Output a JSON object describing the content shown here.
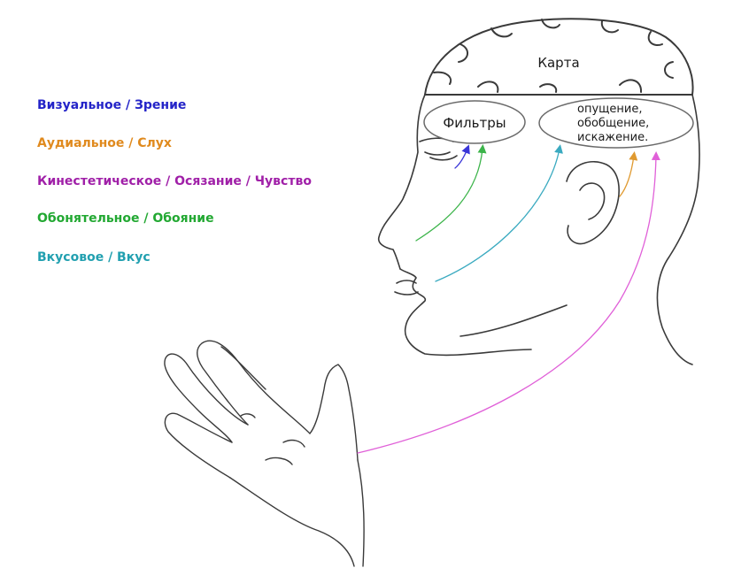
{
  "legend": [
    {
      "key": "visual",
      "label": "Визуальное / Зрение",
      "color": "#2424c8"
    },
    {
      "key": "audial",
      "label": "Аудиальное / Слух",
      "color": "#e08a1e"
    },
    {
      "key": "kinesthetic",
      "label": "Кинестетическое / Осязание / Чувство",
      "color": "#a020a8"
    },
    {
      "key": "olfactory",
      "label": "Обонятельное / Обояние",
      "color": "#22a832"
    },
    {
      "key": "gustatory",
      "label": "Вкусовое / Вкус",
      "color": "#22a0b0"
    }
  ],
  "diagram": {
    "map_label": "Карта",
    "filters_label": "Фильтры",
    "processes_lines": [
      "опущение,",
      "обобщение,",
      "искажение."
    ]
  },
  "colors": {
    "outline": "#3a3a3a",
    "kinesthetic_arrow": "#e060d8",
    "visual_arrow": "#3a36d8",
    "olfactory_arrow": "#3cb44a",
    "gustatory_arrow": "#3aaac0",
    "audial_arrow": "#e09a30"
  }
}
